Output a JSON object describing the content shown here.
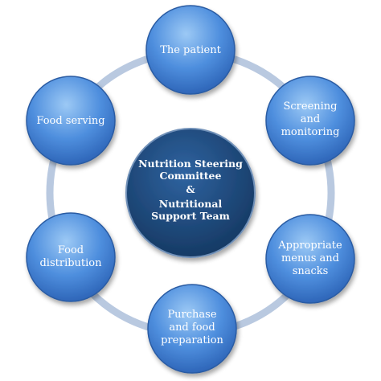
{
  "center": {
    "lines": [
      "Nutrition Steering",
      "Committee",
      "&",
      "Nutritional",
      "Support Team"
    ]
  },
  "nodes": [
    {
      "id": "the-patient",
      "lines": [
        "The patient"
      ]
    },
    {
      "id": "screening-and-monitoring",
      "lines": [
        "Screening",
        "and",
        "monitoring"
      ]
    },
    {
      "id": "appropriate-menus-and-snacks",
      "lines": [
        "Appropriate",
        "menus and",
        "snacks"
      ]
    },
    {
      "id": "purchase-and-food-preparation",
      "lines": [
        "Purchase",
        "and food",
        "preparation"
      ]
    },
    {
      "id": "food-distribution",
      "lines": [
        "Food",
        "distribution"
      ]
    },
    {
      "id": "food-serving",
      "lines": [
        "Food serving"
      ]
    }
  ],
  "colors": {
    "ring": "#b9c9e0",
    "node_light": "#7fb6f0",
    "node_dark": "#2f6cc4",
    "node_edge": "#2a5ba3",
    "center_light": "#2d5f9a",
    "center_dark": "#153a63",
    "center_edge": "#6f90b8"
  }
}
